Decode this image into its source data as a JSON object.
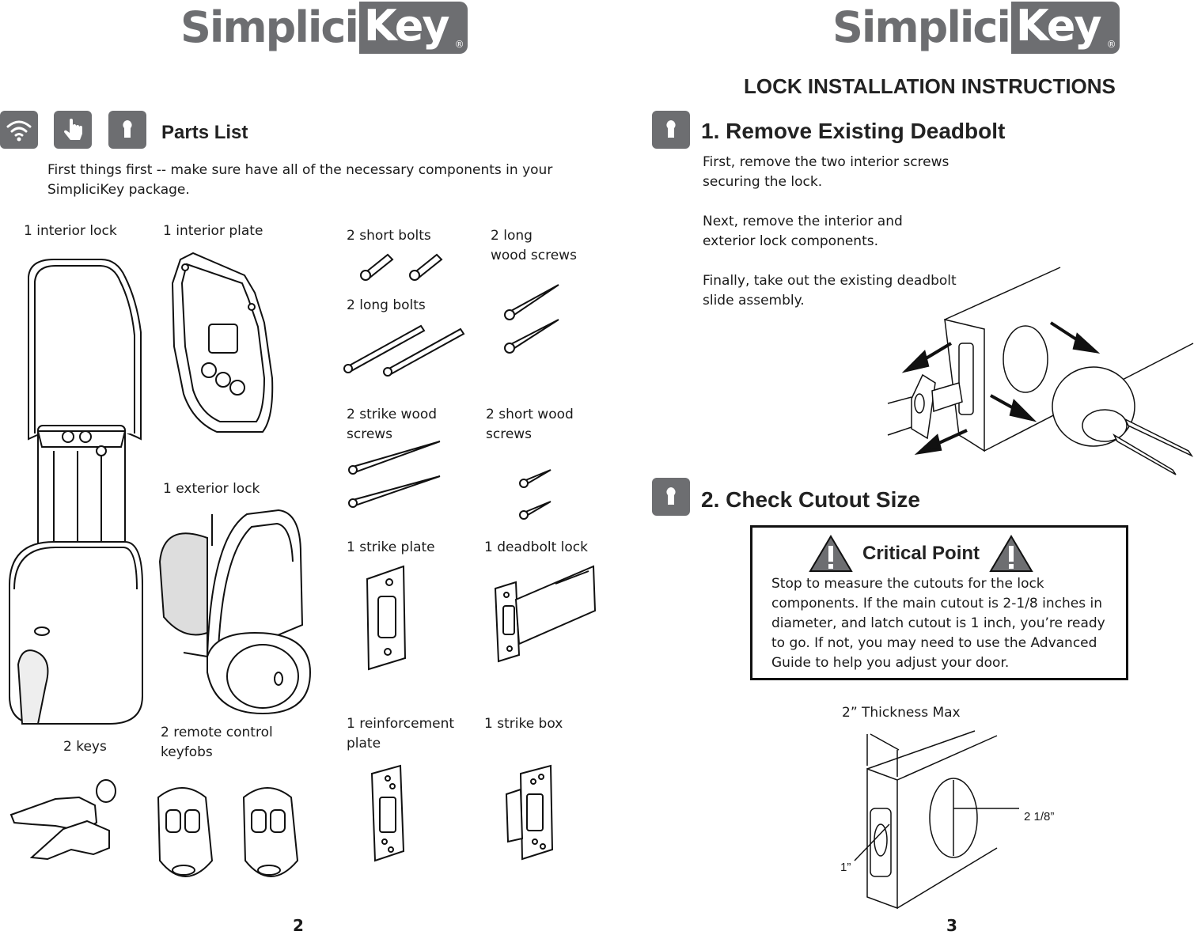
{
  "brand": {
    "word1": "Simplici",
    "word2": "Key",
    "reg": "®"
  },
  "left_page": {
    "section_title": "Parts List",
    "intro": "First things first -- make sure have all of the necessary components in your SimpliciKey package.",
    "icons": [
      "wifi-icon",
      "touch-icon",
      "keyhole-icon"
    ],
    "parts": {
      "interior_lock": "1 interior lock",
      "interior_plate": "1 interior plate",
      "short_bolts": "2 short bolts",
      "long_wood_screws_1": "2 long",
      "long_wood_screws_2": "wood screws",
      "long_bolts": "2 long bolts",
      "strike_wood_screws_1": "2 strike wood",
      "strike_wood_screws_2": "screws",
      "short_wood_screws_1": "2 short wood",
      "short_wood_screws_2": "screws",
      "exterior_lock": "1 exterior lock",
      "strike_plate": "1 strike plate",
      "deadbolt_lock": "1 deadbolt lock",
      "keys": "2 keys",
      "keyfobs_1": "2 remote control",
      "keyfobs_2": "keyfobs",
      "reinforcement_plate_1": "1 reinforcement",
      "reinforcement_plate_2": "plate",
      "strike_box": "1 strike box"
    },
    "page_number": "2"
  },
  "right_page": {
    "heading": "LOCK INSTALLATION INSTRUCTIONS",
    "step1": {
      "title": "1. Remove Existing Deadbolt",
      "p1_l1": "First, remove the two interior screws",
      "p1_l2": "securing the lock.",
      "p2_l1": "Next, remove the interior and",
      "p2_l2": "exterior lock components.",
      "p3_l1": "Finally, take out the existing deadbolt",
      "p3_l2": "slide assembly."
    },
    "step2": {
      "title": "2. Check Cutout Size",
      "critical_title": "Critical Point",
      "critical_text": "Stop to measure the cutouts for the lock components. If the main cutout is 2-1/8 inches in diameter, and latch cutout is 1 inch, you’re ready to go. If not, you may need to use the  Advanced Guide to help you adjust your door.",
      "thickness_label": "2” Thickness Max",
      "main_cutout_label": "2  1/8”",
      "latch_cutout_label": "1”"
    },
    "page_number": "3"
  }
}
